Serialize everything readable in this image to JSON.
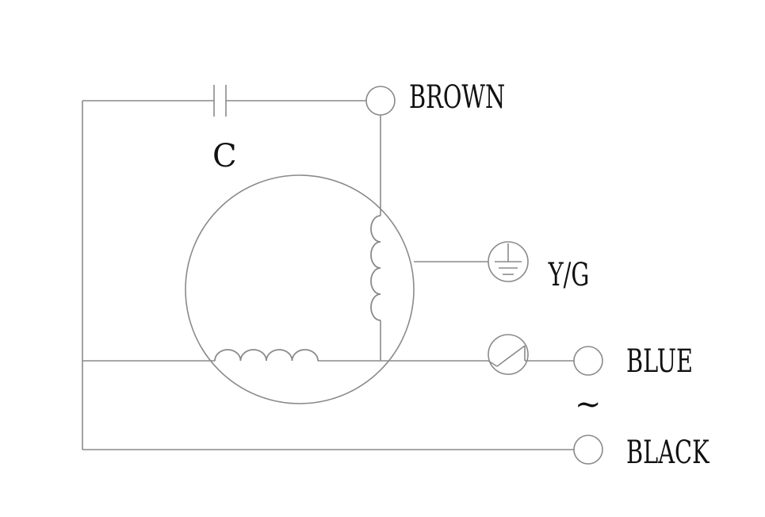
{
  "diagram": {
    "labels": {
      "capacitor": "C",
      "brown": "BROWN",
      "yellow_green": "Y/G",
      "blue": "BLUE",
      "tilde": "~",
      "black": "BLACK"
    },
    "colors": {
      "line": "#8a8a8a",
      "text": "#111111",
      "background": "#ffffff"
    },
    "icons": [
      "capacitor-icon",
      "ground-icon",
      "thermal-protector-icon",
      "terminal-icon",
      "motor-icon",
      "winding-icon"
    ]
  }
}
